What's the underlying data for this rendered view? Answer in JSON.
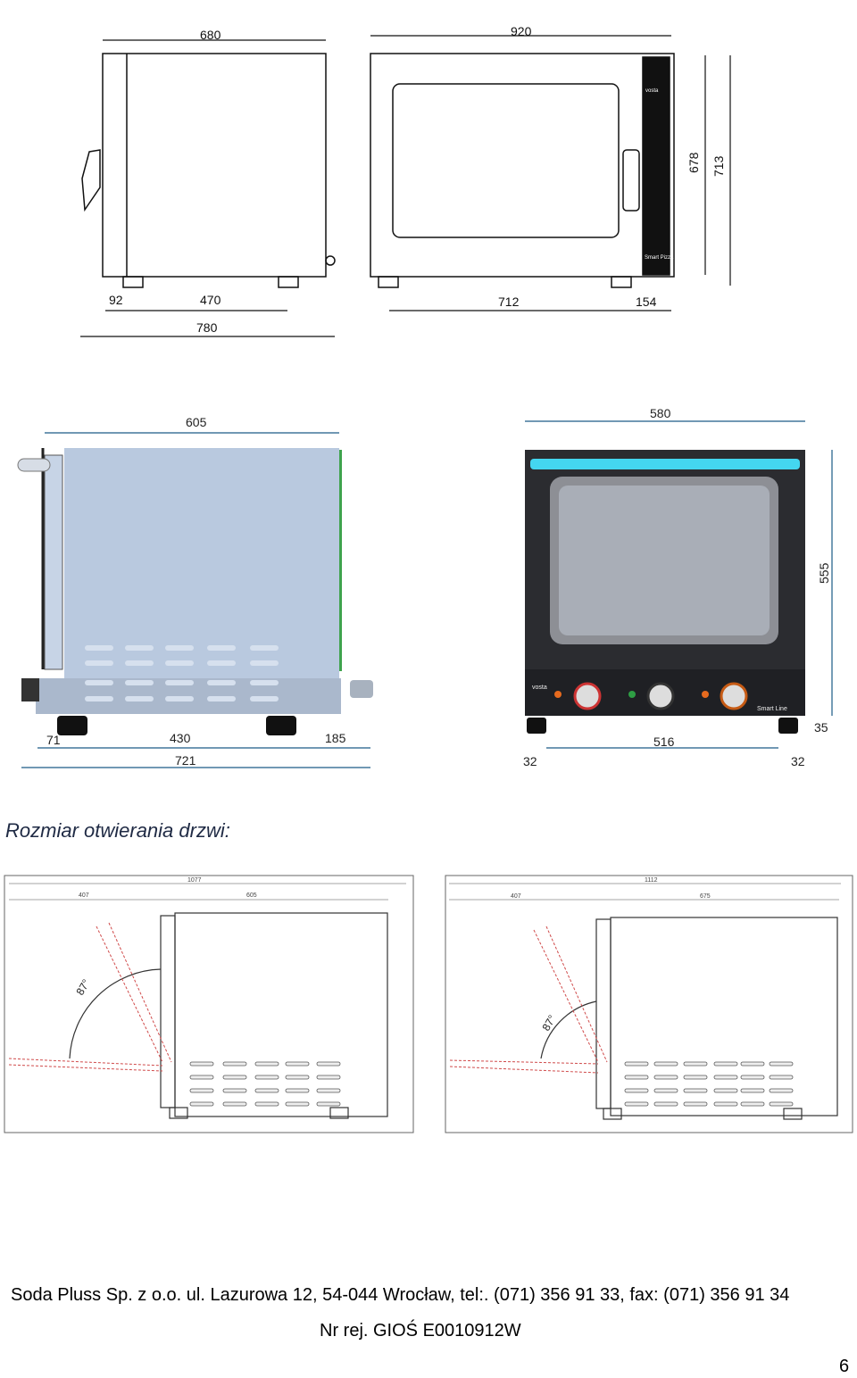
{
  "drawing1": {
    "dims": {
      "top_left": "680",
      "top_right": "920",
      "b1": "92",
      "b2": "470",
      "total": "780",
      "b3": "712",
      "b4": "154",
      "h1": "678",
      "h2": "713"
    },
    "panel_labels": {
      "brand": "vosta",
      "line": "Smart Pizza"
    }
  },
  "drawing2": {
    "dims": {
      "top_left": "605",
      "top_right": "580",
      "h": "555",
      "foot": "35",
      "b1": "71",
      "b2": "430",
      "b3": "185",
      "total": "721",
      "b4": "32",
      "b5": "516",
      "b6": "32"
    },
    "panel_labels": {
      "brand": "vosta",
      "line": "Smart Line"
    }
  },
  "caption": "Rozmiar otwierania drzwi:",
  "door1": {
    "total": "1077",
    "left": "407",
    "right": "605",
    "angle": "87°"
  },
  "door2": {
    "total": "1112",
    "left": "407",
    "right": "675",
    "angle": "87°"
  },
  "footer": "Soda Pluss Sp. z o.o. ul. Lazurowa 12, 54-044 Wrocław,  tel:. (071) 356 91 33, fax: (071) 356 91 34",
  "registration": "Nr rej. GIOŚ E0010912W",
  "page_number": "6"
}
